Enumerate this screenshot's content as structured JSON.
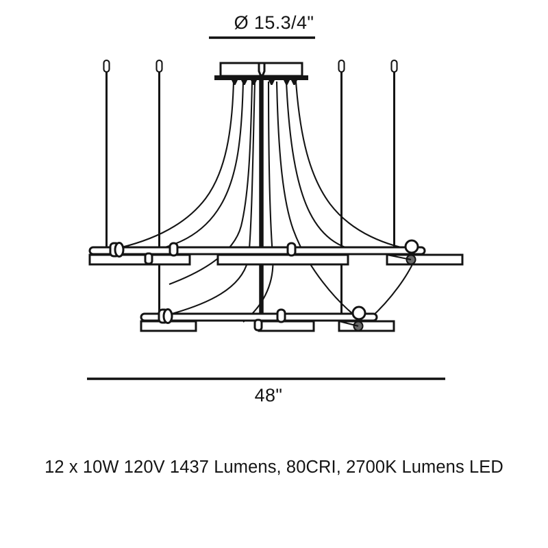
{
  "document": {
    "type": "product-dimension-drawing",
    "subject": "linear-suspension-chandelier",
    "background_color": "#ffffff",
    "line_color": "#141414",
    "accent_color": "#6a6a6a"
  },
  "dimensions": {
    "diameter": {
      "symbol": "Ø",
      "value": "15.3/4\"",
      "full_label": "Ø  15.3/4\"",
      "position": "top",
      "describes": "canopy-diameter"
    },
    "width": {
      "value": "48\"",
      "position": "bottom",
      "describes": "overall-fixture-width"
    }
  },
  "caption": {
    "text": "12 x 10W 120V 1437 Lumens, 80CRI, 2700K Lumens LED",
    "lamp_count": "12",
    "wattage": "10W",
    "voltage": "120V",
    "lumens": "1437 Lumens",
    "cri": "80CRI",
    "color_temperature": "2700K",
    "lamp_type": "Lumens LED"
  },
  "fixture": {
    "canopy": {
      "label": "ceiling-canopy",
      "shape": "rectangular-box-with-base-plate"
    },
    "suspension_cables": {
      "count": 4,
      "label": "vertical-suspension-cable"
    },
    "curved_cables": {
      "count": 9,
      "label": "draped-power-cable"
    },
    "bars": [
      {
        "id": "upper",
        "label": "upper-light-bar",
        "lamp_panels": 3
      },
      {
        "id": "lower",
        "label": "lower-light-bar",
        "lamp_panels": 3
      }
    ]
  }
}
